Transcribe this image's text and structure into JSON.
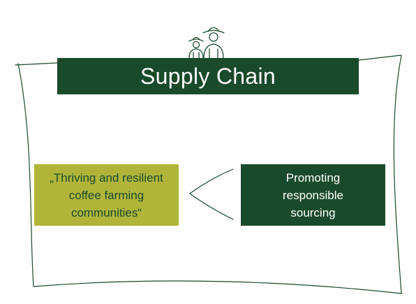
{
  "title": "Supply Chain",
  "goal_text": "„Thriving and resilient\ncoffee farming\ncommunities“",
  "action_text": "Promoting\nresponsible\nsourcing",
  "icons": [
    "farmers-icon",
    "arrow-chevron-icon"
  ],
  "colors": {
    "title_bg": "#1a4a2c",
    "goal_bg": "#b0b53a",
    "goal_text": "#1a4a2c",
    "action_bg": "#1a4a2c",
    "text_light": "#ffffff",
    "line": "#1a4a2c"
  }
}
